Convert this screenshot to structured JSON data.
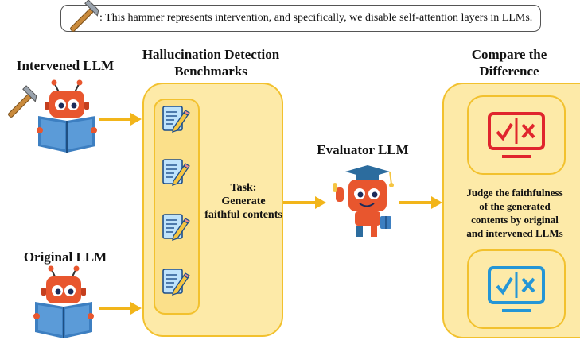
{
  "legend": {
    "text": ": This hammer represents intervention, and specifically, we disable self-attention layers in LLMs."
  },
  "intervened_llm": {
    "label": "Intervened LLM"
  },
  "original_llm": {
    "label": "Original LLM"
  },
  "benchmarks": {
    "title_line1": "Hallucination Detection",
    "title_line2": "Benchmarks",
    "task_line1": "Task:",
    "task_line2": "Generate",
    "task_line3": "faithful contents"
  },
  "evaluator": {
    "label": "Evaluator LLM"
  },
  "compare": {
    "title_line1": "Compare the",
    "title_line2": "Difference",
    "judge_line1": "Judge the faithfulness",
    "judge_line2": "of the generated",
    "judge_line3": "contents by original",
    "judge_line4": "and intervened LLMs"
  },
  "colors": {
    "arrow": "#f2b51a",
    "panel_fill": "#fdeaa8",
    "panel_border": "#f2c12e",
    "robot": "#e8562e",
    "book": "#3d7fc1",
    "icon_red": "#e0252d",
    "icon_blue": "#2596d6"
  }
}
